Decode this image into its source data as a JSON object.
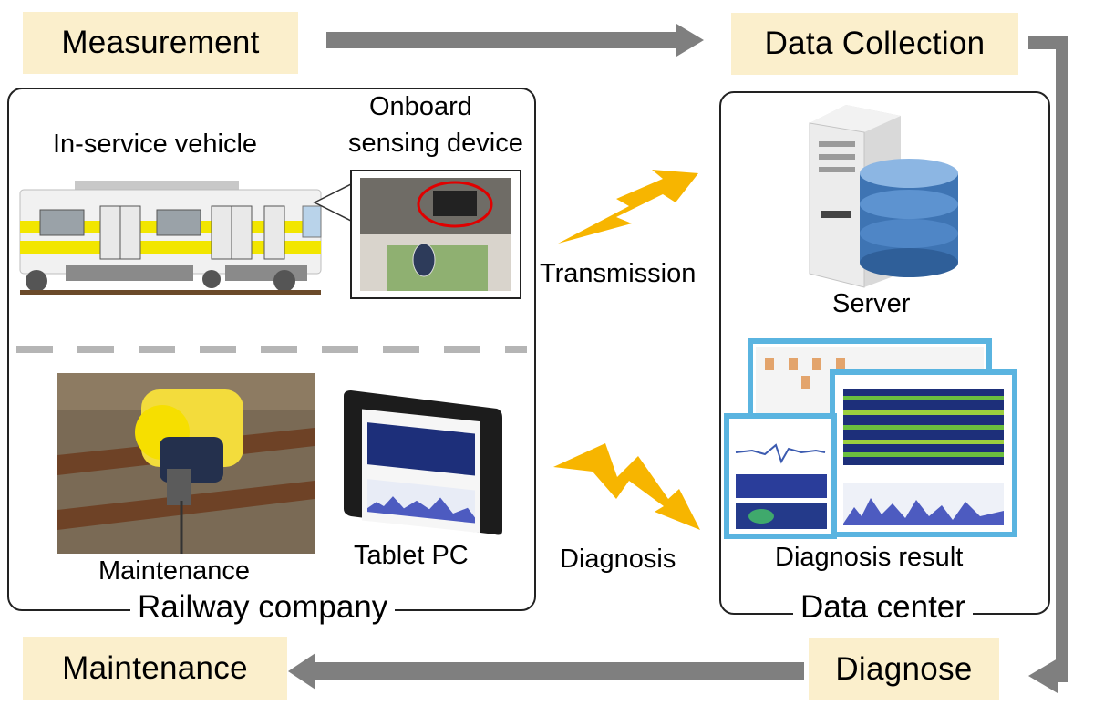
{
  "phases": {
    "measurement": "Measurement",
    "data_collection": "Data Collection",
    "diagnose": "Diagnose",
    "maintenance": "Maintenance"
  },
  "railway": {
    "title": "Railway company",
    "vehicle_label": "In-service vehicle",
    "device_label_line1": "Onboard",
    "device_label_line2": "sensing device",
    "maintenance_label": "Maintenance",
    "tablet_label": "Tablet PC"
  },
  "datacenter": {
    "title": "Data center",
    "server_label": "Server",
    "result_label": "Diagnosis result"
  },
  "links": {
    "transmission": "Transmission",
    "diagnosis": "Diagnosis"
  },
  "colors": {
    "phase_fill": "#fbefcc",
    "arrow": "#7f7f7f",
    "lightning": "#f7b500",
    "screen_frame": "#5ab4e0",
    "train_stripe": "#f2e600"
  }
}
